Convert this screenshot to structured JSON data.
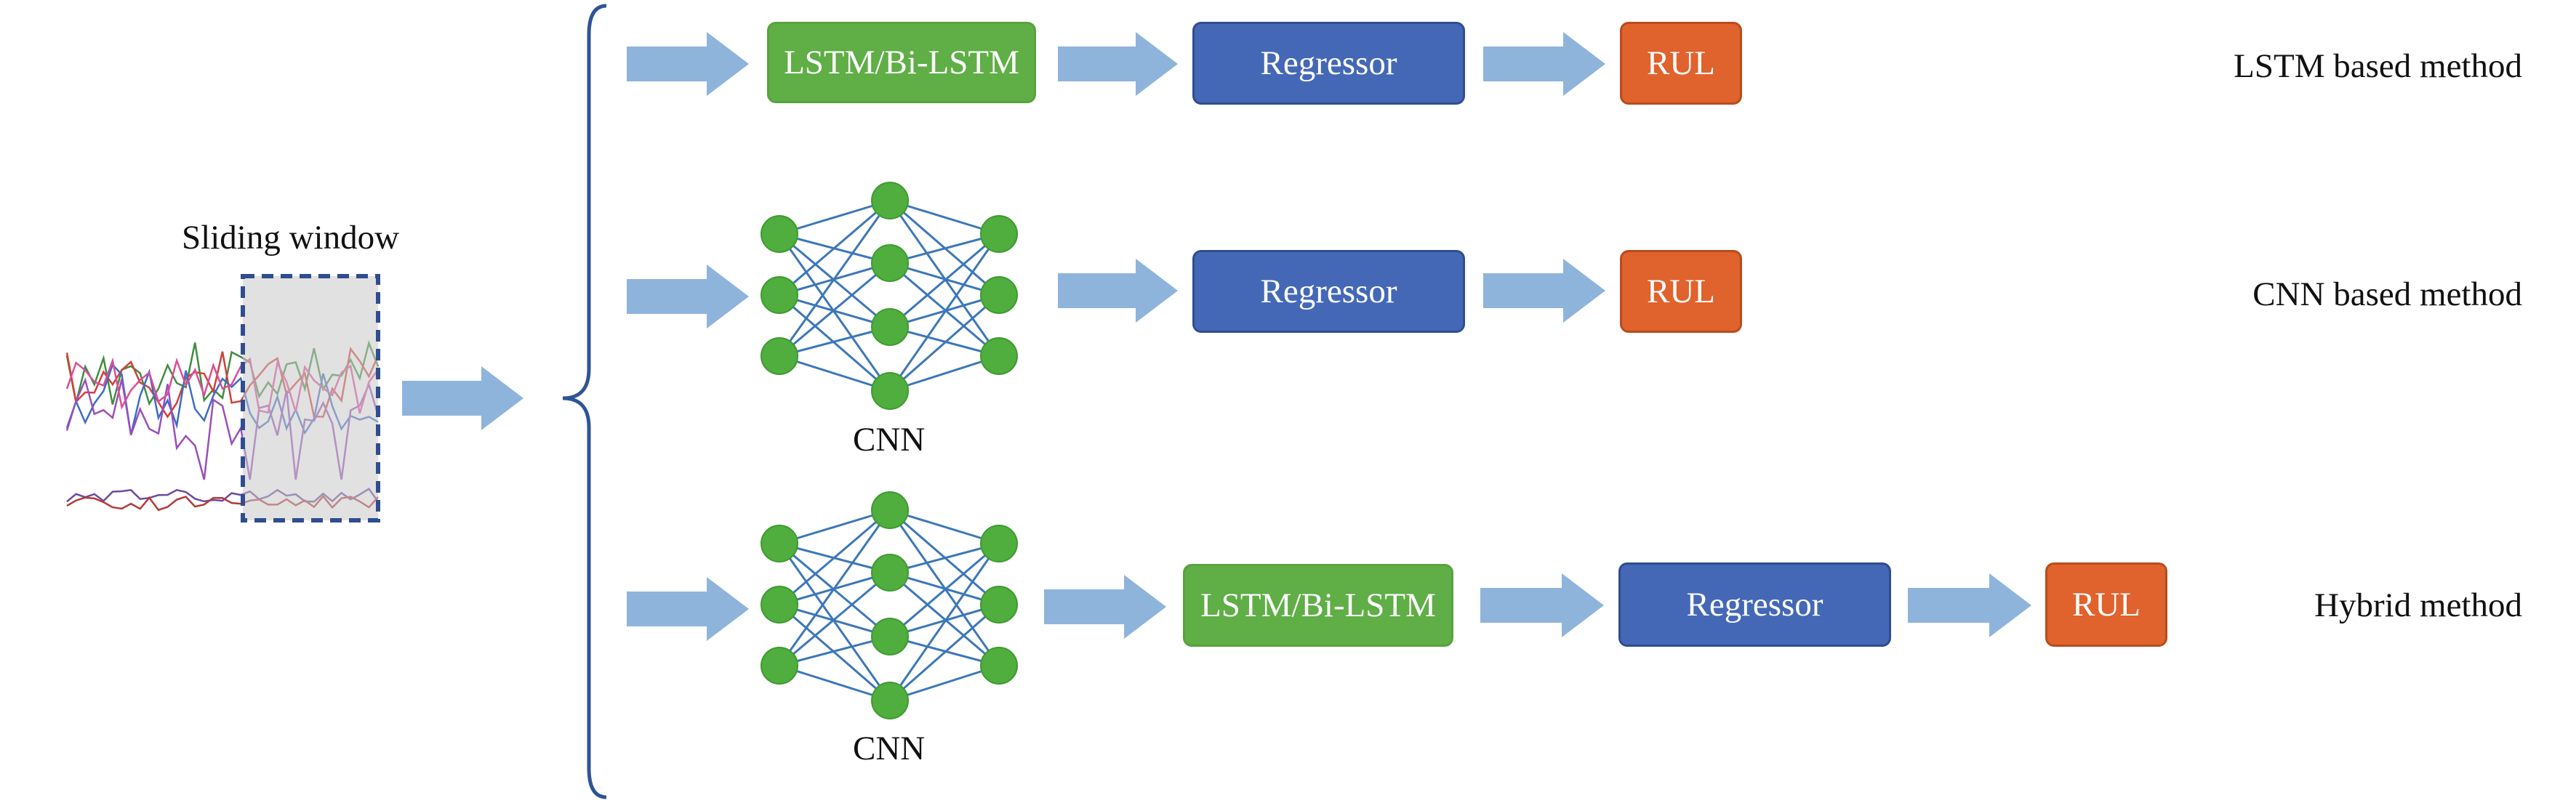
{
  "input": {
    "window_label": "Sliding window"
  },
  "rows": [
    {
      "method_label": "LSTM based method",
      "blocks": [
        {
          "kind": "lstm",
          "label": "LSTM/Bi-LSTM"
        },
        {
          "kind": "regressor",
          "label": "Regressor"
        },
        {
          "kind": "rul",
          "label": "RUL"
        }
      ]
    },
    {
      "method_label": "CNN based method",
      "cnn_label": "CNN",
      "blocks": [
        {
          "kind": "regressor",
          "label": "Regressor"
        },
        {
          "kind": "rul",
          "label": "RUL"
        }
      ]
    },
    {
      "method_label": "Hybrid method",
      "cnn_label": "CNN",
      "blocks": [
        {
          "kind": "lstm",
          "label": "LSTM/Bi-LSTM"
        },
        {
          "kind": "regressor",
          "label": "Regressor"
        },
        {
          "kind": "rul",
          "label": "RUL"
        }
      ]
    }
  ],
  "colors": {
    "lstm": "#5fae46",
    "regressor": "#4468b6",
    "rul": "#e0622d",
    "arrow": "#8fb4dc",
    "brace": "#2f5496",
    "cnn_node": "#4fae3e",
    "cnn_edge": "#3c77b8",
    "window_border": "#2f4d8f"
  }
}
